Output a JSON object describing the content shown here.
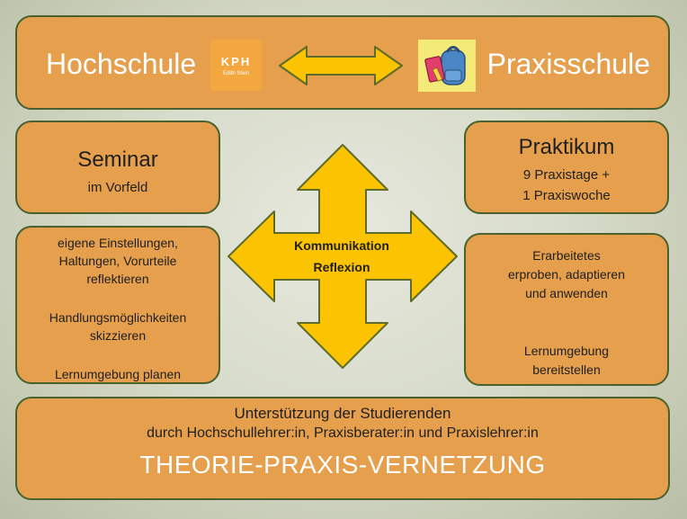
{
  "header": {
    "left_label": "Hochschule",
    "right_label": "Praxisschule",
    "logo_text": "KPH",
    "logo_subtext": "Edith Stein",
    "arrow_icon": "double-headed-arrow-icon",
    "school_icon": "backpack-icon"
  },
  "seminar": {
    "title": "Seminar",
    "subtitle": "im Vorfeld"
  },
  "praktikum": {
    "title": "Praktikum",
    "line1": "9 Praxistage +",
    "line2": "1 Praxiswoche"
  },
  "left_box": {
    "lines": [
      "eigene Einstellungen,",
      "Haltungen, Vorurteile",
      "reflektieren",
      "Handlungsmöglichkeiten",
      "skizzieren",
      "Lernumgebung planen"
    ]
  },
  "right_box": {
    "lines": [
      "Erarbeitetes",
      "erproben, adaptieren",
      "und anwenden",
      "Lernumgebung",
      "bereitstellen"
    ]
  },
  "center": {
    "line1": "Kommunikation",
    "line2": "Reflexion"
  },
  "bottom": {
    "line1": "Unterstützung der Studierenden",
    "line2": "durch Hochschullehrer:in, Praxisberater:in und Praxislehrer:in",
    "headline": "THEORIE-PRAXIS-VERNETZUNG"
  },
  "colors": {
    "box_fill": "#e59f4d",
    "box_border": "#49612e",
    "arrow_fill": "#fcc400",
    "arrow_stroke": "#5e6b2a"
  }
}
